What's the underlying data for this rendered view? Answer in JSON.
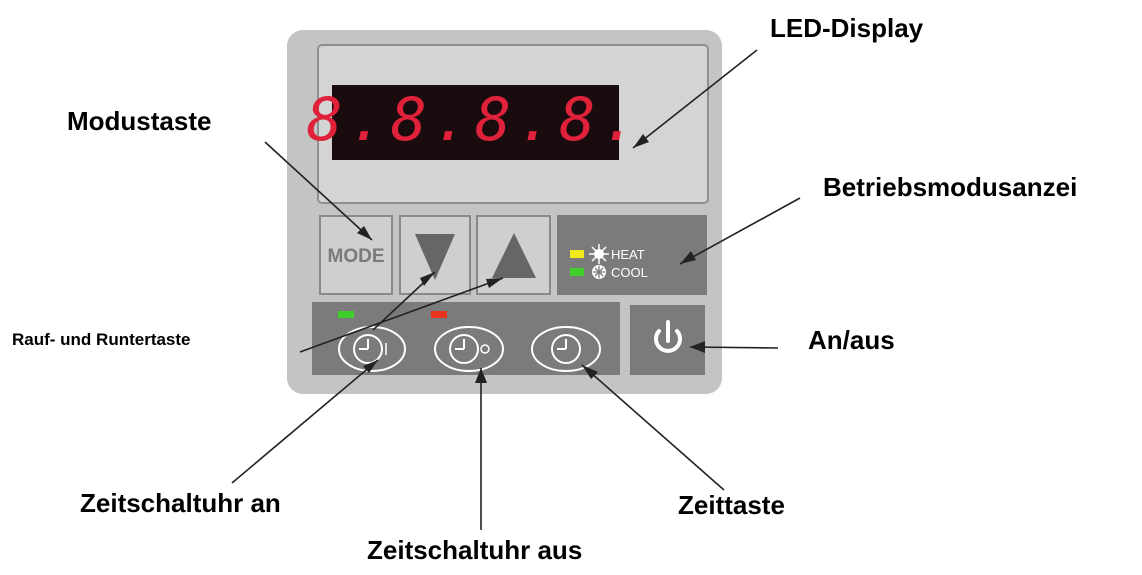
{
  "labels": {
    "led_display": "LED-Display",
    "mode_key": "Modustaste",
    "operating_mode_indicator": "Betriebsmodusanzei",
    "up_down_keys": "Rauf- und Runtertaste",
    "on_off": "An/aus",
    "timer_on": "Zeitschaltuhr an",
    "timer_off": "Zeitschaltuhr aus",
    "time_key": "Zeittaste"
  },
  "panel": {
    "display_digits": "8.8.8.8.",
    "mode_button_label": "MODE",
    "heat_label": "HEAT",
    "cool_label": "COOL"
  },
  "colors": {
    "panel_body": "#c4c4c4",
    "panel_dark": "#7b7b7b",
    "display_bg": "#1a0c0e",
    "led_red": "#e0213a",
    "indicator_yellow": "#f2ea1c",
    "indicator_green": "#3fcf2a",
    "timer_led_red": "#e8331e"
  }
}
